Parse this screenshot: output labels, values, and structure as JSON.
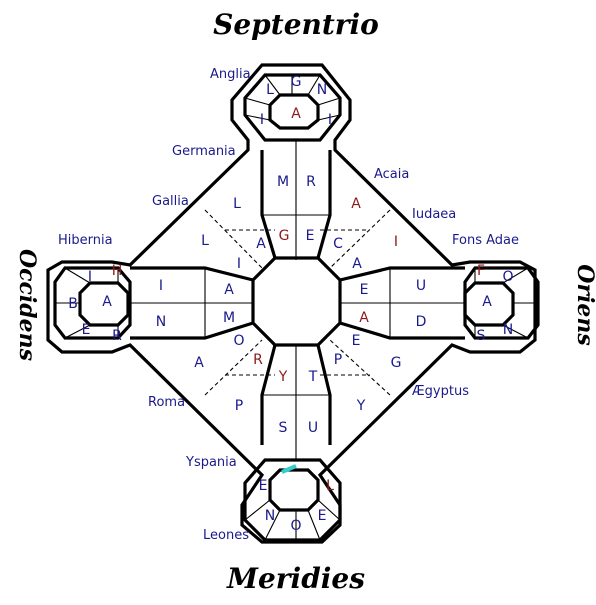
{
  "directions": {
    "north": "Septentrio",
    "south": "Meridies",
    "west": "Occidens",
    "east": "Oriens"
  },
  "regions": {
    "anglia": "Anglia",
    "germania": "Germania",
    "gallia": "Gallia",
    "hibernia": "Hibernia",
    "acaia": "Acaia",
    "iudaea": "Iudaea",
    "fons_adae": "Fons Adae",
    "roma": "Roma",
    "yspania": "Yspania",
    "leones": "Leones",
    "aegyptus": "Ægyptus"
  },
  "letters": {
    "n_g": "G",
    "n_n": "N",
    "n_i": "I",
    "n_l": "L",
    "n_i2": "I",
    "n_a": "A",
    "n_m": "M",
    "n_r": "R",
    "nw_l": "L",
    "nw_l2": "L",
    "nw_a": "A",
    "nw_g": "G",
    "nw_i": "I",
    "nw_a2": "A",
    "ne_a": "A",
    "ne_i": "I",
    "ne_e": "E",
    "ne_c": "C",
    "ne_a2": "A",
    "ne_e2": "E",
    "w_i": "I",
    "w_h": "H",
    "w_b": "B",
    "w_a": "A",
    "w_e": "E",
    "w_r": "R",
    "w_i2": "I",
    "w_n": "N",
    "e_f": "F",
    "e_o": "O",
    "e_a": "A",
    "e_s": "S",
    "e_n": "N",
    "e_u": "U",
    "e_d": "D",
    "sw_m": "M",
    "sw_o": "O",
    "sw_a": "A",
    "sw_r": "R",
    "sw_y": "Y",
    "sw_p": "P",
    "se_a": "A",
    "se_e": "E",
    "se_p": "P",
    "se_t": "T",
    "se_g": "G",
    "se_y": "Y",
    "s_s": "S",
    "s_u": "U",
    "s_e": "E",
    "s_l": "L",
    "s_n": "N",
    "s_o": "O",
    "s_e2": "E"
  },
  "colors": {
    "letter_blue": "#1a1a8c",
    "letter_red": "#8b1a1a",
    "line": "#000000",
    "highlight_cyan": "#33cccc"
  }
}
